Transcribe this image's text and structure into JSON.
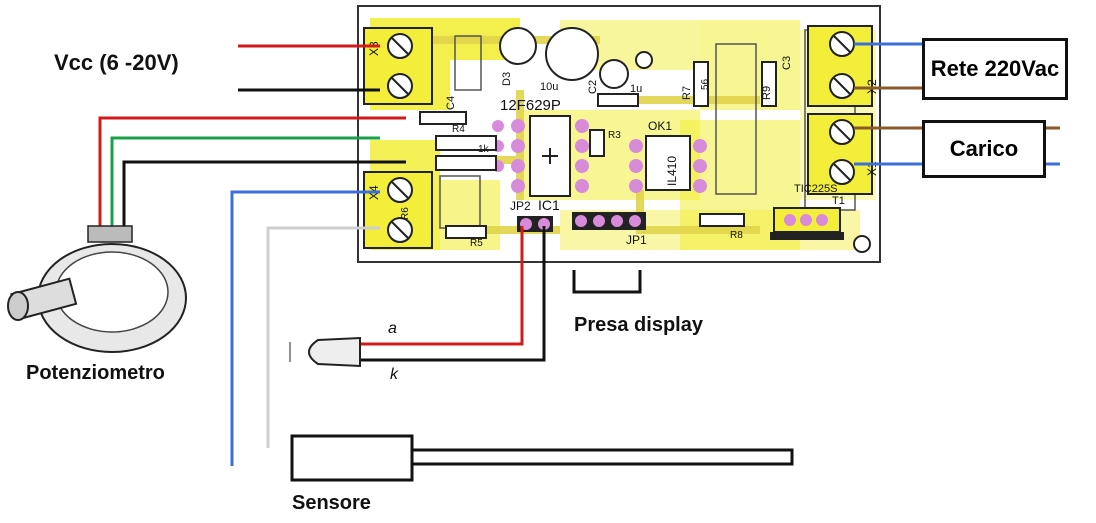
{
  "labels": {
    "vcc": "Vcc (6 -20V)",
    "rete": "Rete 220Vac",
    "carico": "Carico",
    "potenziometro": "Potenziometro",
    "presa_display": "Presa display",
    "sensore": "Sensore",
    "anode": "a",
    "cathode": "k"
  },
  "pcb_silkscreen": {
    "x3": "X3",
    "x4": "X4",
    "x2": "X2",
    "x1": "X1",
    "c4": "C4",
    "d3": "D3",
    "ic": "12F629P",
    "ic1": "IC1",
    "ok1": "OK1",
    "il410": "IL410",
    "jp1": "JP1",
    "jp2": "JP2",
    "c2": "C2",
    "cap_1u": "1u",
    "cap_10u": "10u",
    "r7": "R7",
    "r9": "R9",
    "c3": "C3",
    "r8": "R8",
    "r5": "R5",
    "r4": "R4",
    "r3": "R3",
    "r6": "R6",
    "res_56": "56",
    "res_1k": "1k",
    "triac": "TIC225S",
    "t1": "T1"
  },
  "colors": {
    "board": "#f2ee3a",
    "trace": "#e0d44a",
    "pad": "#d98bdb",
    "wire_red": "#d11a1a",
    "wire_green": "#1aa04a",
    "wire_black": "#111111",
    "wire_blue": "#3b6fd9",
    "wire_gray": "#cfcfcf",
    "wire_brown": "#8b5a2b"
  }
}
